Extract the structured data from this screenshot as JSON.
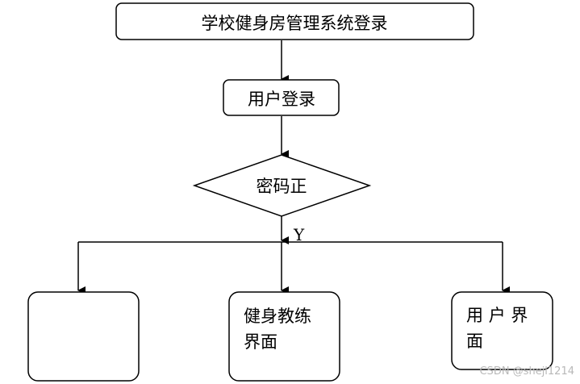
{
  "diagram": {
    "title_box": "学校健身房管理系统登录",
    "user_login": "用户登录",
    "decision": "密码正",
    "yes_label": "Y",
    "outputs": {
      "left": "",
      "coach_line1": "健身教练",
      "coach_line2": "界面",
      "user_line1": "用 户 界",
      "user_line2": "面"
    }
  },
  "watermark": "CSDN @shejl1214",
  "colors": {
    "stroke": "#000000",
    "background": "#ffffff",
    "watermark": "#b8b8b8"
  }
}
